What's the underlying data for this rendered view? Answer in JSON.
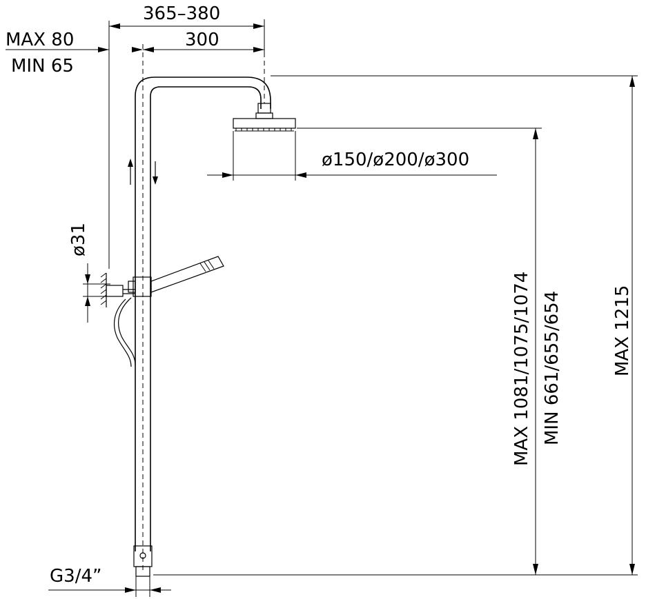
{
  "dimensions": {
    "width_range": "365–380",
    "arm_length": "300",
    "wall_max": "MAX  80",
    "wall_min": "MIN  65",
    "head_diameters": "ø150/ø200/ø300",
    "pipe_diameter": "ø31",
    "height_max_head": "MAX  1081/1075/1074",
    "height_min_head": "MIN  661/655/654",
    "total_max_height": "MAX  1215",
    "inlet_thread": "G3/4”"
  }
}
